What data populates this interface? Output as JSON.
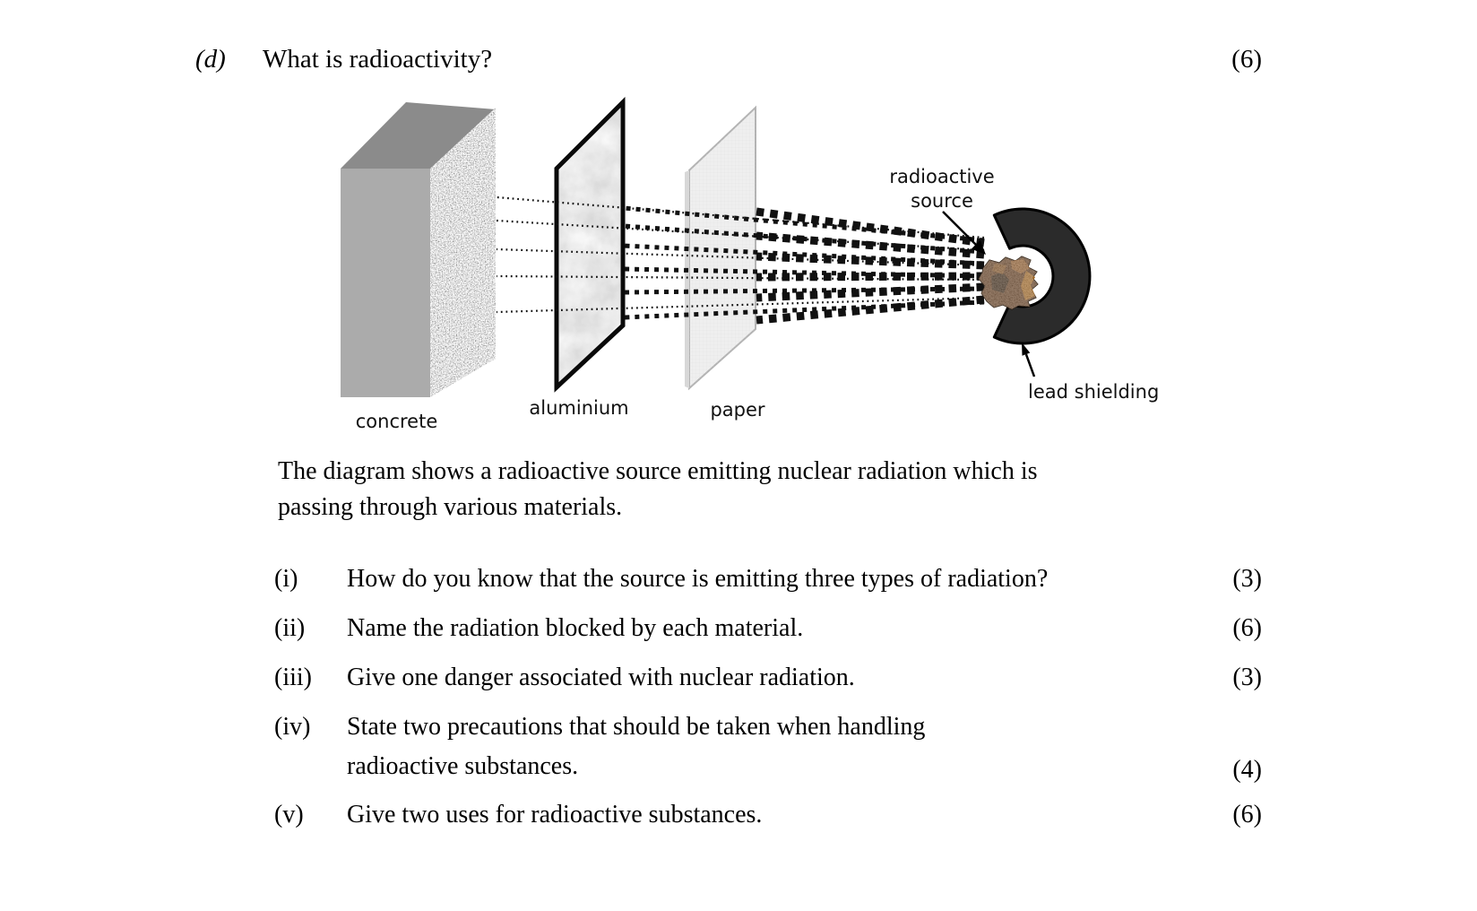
{
  "header": {
    "label": "(d)",
    "question": "What is radioactivity?",
    "mark": "(6)"
  },
  "intro": {
    "lines": [
      "The diagram shows a radioactive source emitting nuclear radiation which is",
      "passing through various materials."
    ]
  },
  "items": [
    {
      "num": "(i)",
      "lines": [
        "How do you know that the source is emitting three types of radiation?"
      ],
      "mark": "(3)"
    },
    {
      "num": "(ii)",
      "lines": [
        "Name the radiation blocked by each material."
      ],
      "mark": "(6)"
    },
    {
      "num": "(iii)",
      "lines": [
        "Give one danger associated with nuclear radiation."
      ],
      "mark": "(3)"
    },
    {
      "num": "(iv)",
      "lines": [
        "State two precautions that should be taken when handling",
        "radioactive substances."
      ],
      "mark": "(4)"
    },
    {
      "num": "(v)",
      "lines": [
        "Give two uses for radioactive substances."
      ],
      "mark": "(6)"
    }
  ],
  "diagram": {
    "labels": {
      "concrete": "concrete",
      "aluminium": "aluminium",
      "paper": "paper",
      "source_line1": "radioactive",
      "source_line2": "source",
      "lead_shielding": "lead shielding"
    },
    "colors": {
      "shield": "#2b2b2b",
      "concrete_face": "#ababab",
      "concrete_top": "#8b8b8b",
      "paper_fill": "#efefef",
      "rock": "#5f3a1c",
      "ray": "#111111"
    }
  }
}
